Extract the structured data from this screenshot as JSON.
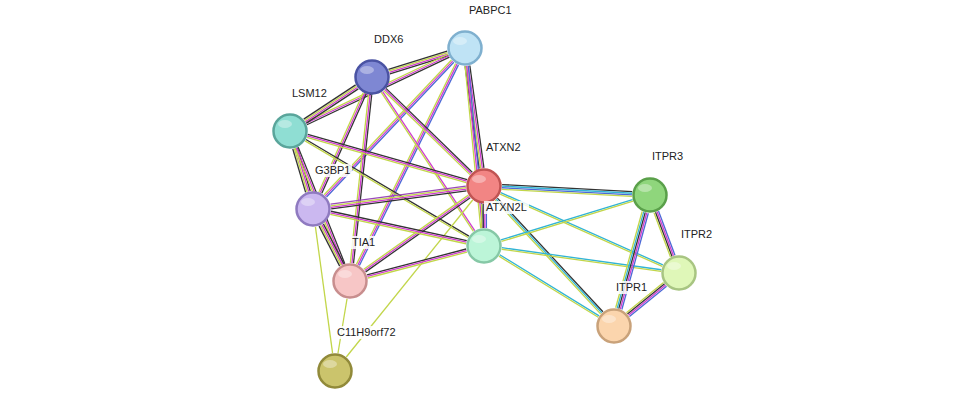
{
  "diagram": {
    "nodes": [
      {
        "text": [
          "PABPC1"
        ]
      },
      {
        "text": [
          "DDX6"
        ]
      },
      {
        "text": [
          "LSM12"
        ]
      },
      {
        "text": [
          "ATXN2"
        ]
      },
      {
        "text": [
          "G3BP1"
        ]
      },
      {
        "text": [
          "ITPR3"
        ]
      },
      {
        "text": [
          "ATXN2L"
        ]
      },
      {
        "text": [
          "ITPR2"
        ]
      },
      {
        "text": [
          "TIA1"
        ]
      },
      {
        "text": [
          "ITPR1"
        ]
      },
      {
        "text": [
          "C11H9orf72"
        ]
      }
    ],
    "edges": [
      {
        "from": 0,
        "to": 1,
        "arrow": "none"
      },
      {
        "from": 0,
        "to": 2,
        "arrow": "none"
      },
      {
        "from": 0,
        "to": 3,
        "arrow": "none"
      },
      {
        "from": 0,
        "to": 4,
        "arrow": "none"
      },
      {
        "from": 0,
        "to": 6,
        "arrow": "none"
      },
      {
        "from": 0,
        "to": 8,
        "arrow": "none"
      },
      {
        "from": 1,
        "to": 2,
        "arrow": "none"
      },
      {
        "from": 1,
        "to": 3,
        "arrow": "none"
      },
      {
        "from": 1,
        "to": 4,
        "arrow": "none"
      },
      {
        "from": 1,
        "to": 8,
        "arrow": "none"
      },
      {
        "from": 1,
        "to": 6,
        "arrow": "none"
      },
      {
        "from": 2,
        "to": 3,
        "arrow": "none"
      },
      {
        "from": 2,
        "to": 4,
        "arrow": "none"
      },
      {
        "from": 2,
        "to": 8,
        "arrow": "none"
      },
      {
        "from": 2,
        "to": 6,
        "arrow": "none"
      },
      {
        "from": 3,
        "to": 4,
        "arrow": "none"
      },
      {
        "from": 3,
        "to": 6,
        "arrow": "none"
      },
      {
        "from": 3,
        "to": 8,
        "arrow": "none"
      },
      {
        "from": 3,
        "to": 5,
        "arrow": "none"
      },
      {
        "from": 3,
        "to": 7,
        "arrow": "none"
      },
      {
        "from": 3,
        "to": 9,
        "arrow": "none"
      },
      {
        "from": 3,
        "to": 10,
        "arrow": "none"
      },
      {
        "from": 4,
        "to": 6,
        "arrow": "none"
      },
      {
        "from": 4,
        "to": 8,
        "arrow": "none"
      },
      {
        "from": 4,
        "to": 10,
        "arrow": "none"
      },
      {
        "from": 8,
        "to": 6,
        "arrow": "none"
      },
      {
        "from": 8,
        "to": 10,
        "arrow": "none"
      },
      {
        "from": 6,
        "to": 5,
        "arrow": "none"
      },
      {
        "from": 6,
        "to": 7,
        "arrow": "none"
      },
      {
        "from": 6,
        "to": 9,
        "arrow": "none"
      },
      {
        "from": 5,
        "to": 7,
        "arrow": "none"
      },
      {
        "from": 5,
        "to": 9,
        "arrow": "none"
      },
      {
        "from": 7,
        "to": 9,
        "arrow": "none"
      }
    ]
  }
}
